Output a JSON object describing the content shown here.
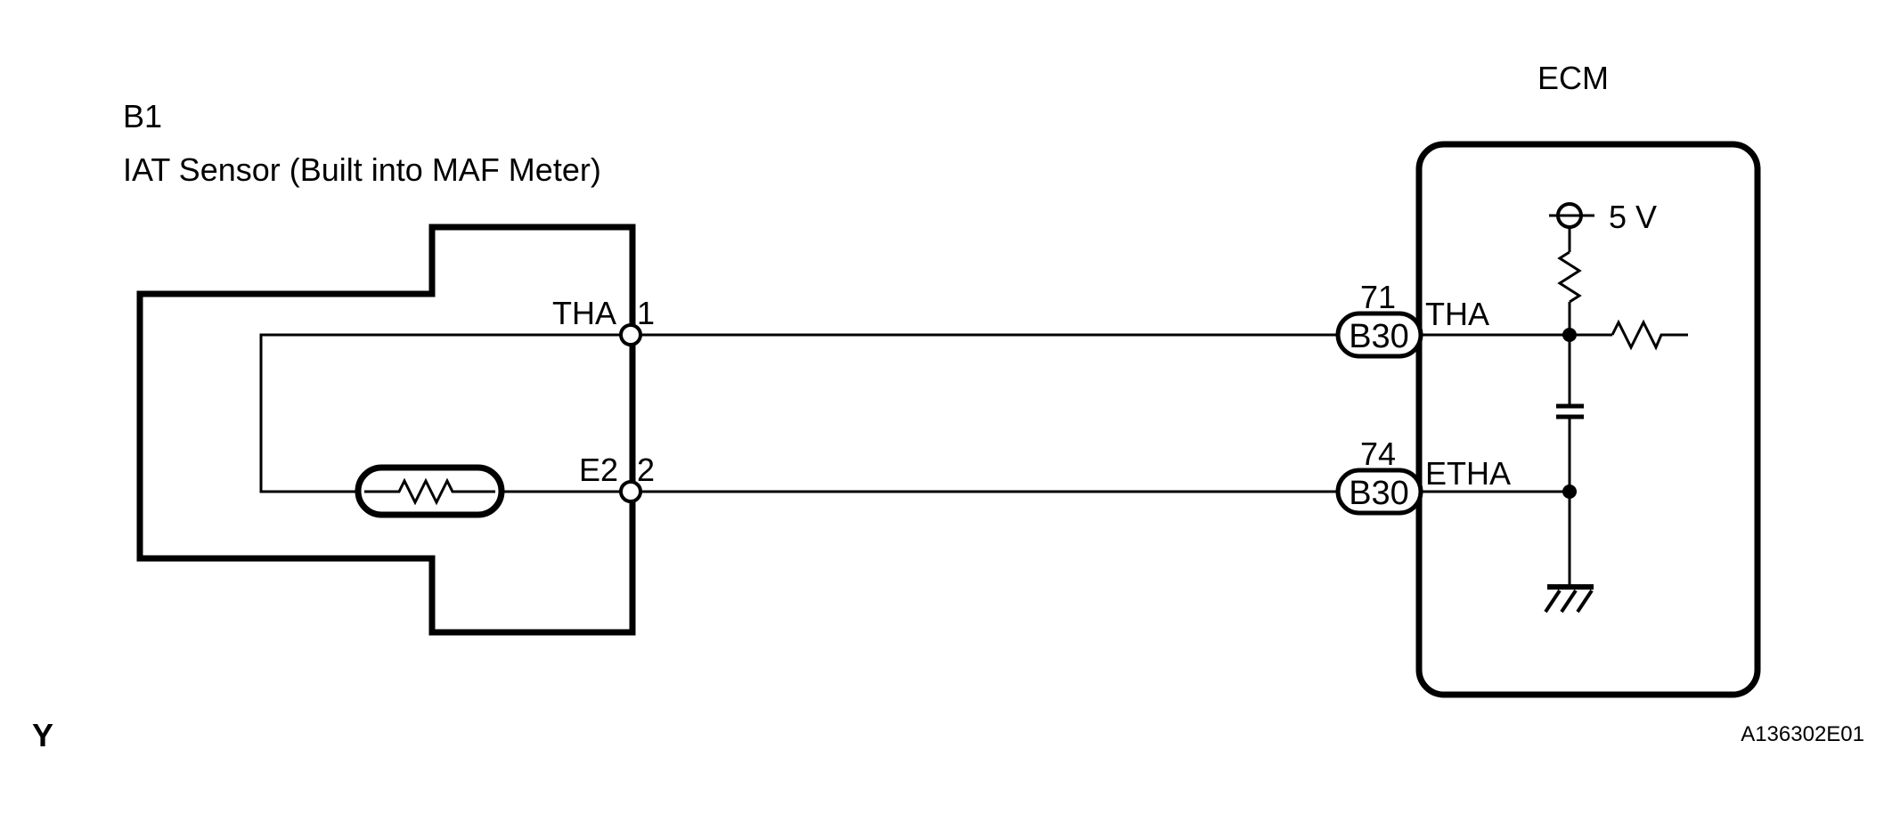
{
  "diagram": {
    "figure_id": "A136302E01",
    "page_marker": "Y",
    "colors": {
      "line": "#000000",
      "background": "#ffffff"
    },
    "sensor": {
      "id": "B1",
      "name": "IAT Sensor (Built into MAF Meter)",
      "component": "thermistor",
      "pins": [
        {
          "terminal": "THA",
          "pin": "1"
        },
        {
          "terminal": "E2",
          "pin": "2"
        }
      ]
    },
    "ecm": {
      "title": "ECM",
      "supply_label": "5 V",
      "pins": [
        {
          "pin": "71",
          "connector": "B30",
          "signal": "THA"
        },
        {
          "pin": "74",
          "connector": "B30",
          "signal": "ETHA"
        }
      ]
    }
  }
}
